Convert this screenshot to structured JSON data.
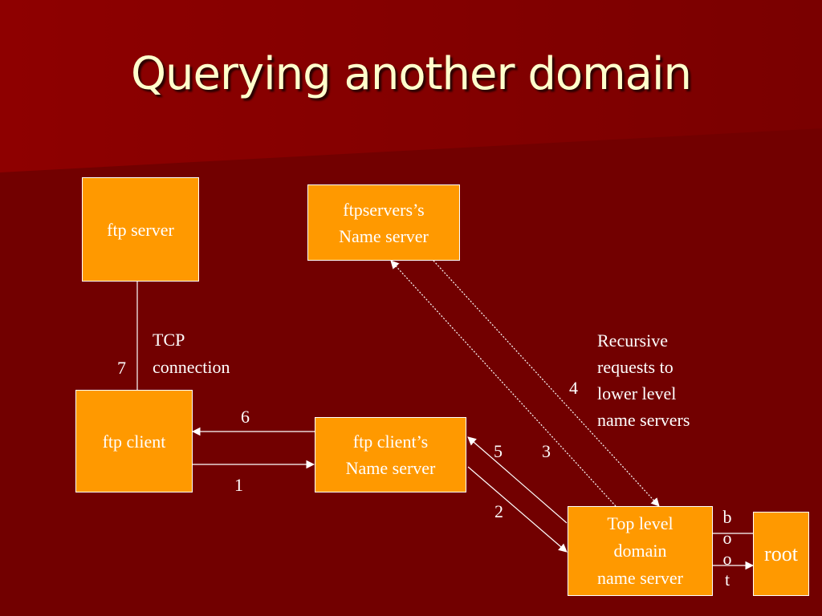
{
  "slide": {
    "title": "Querying another domain"
  },
  "colors": {
    "background": "#720000",
    "background_highlight": "#8a0000",
    "box_fill": "#ff9900",
    "text": "#ffffff",
    "title": "#ffffcc"
  },
  "diagram": {
    "nodes": {
      "ftp_server": "ftp server",
      "ftpservers_ns_line1": "ftpservers’s",
      "ftpservers_ns_line2": "Name server",
      "ftp_client": "ftp client",
      "client_ns_line1": "ftp client’s",
      "client_ns_line2": "Name server",
      "tld_line1": "Top level",
      "tld_line2": "domain",
      "tld_line3": "name server",
      "root": "root"
    },
    "labels": {
      "tcp_line1": "TCP",
      "tcp_line2": "connection",
      "step1": "1",
      "step2": "2",
      "step3": "3",
      "step4": "4",
      "step5": "5",
      "step6": "6",
      "step7": "7",
      "recursive_line1": "Recursive",
      "recursive_line2": "requests to",
      "recursive_line3": "lower level",
      "recursive_line4": "name servers",
      "boot_b": "b",
      "boot_o1": "o",
      "boot_o2": "o",
      "boot_t": "t"
    }
  }
}
